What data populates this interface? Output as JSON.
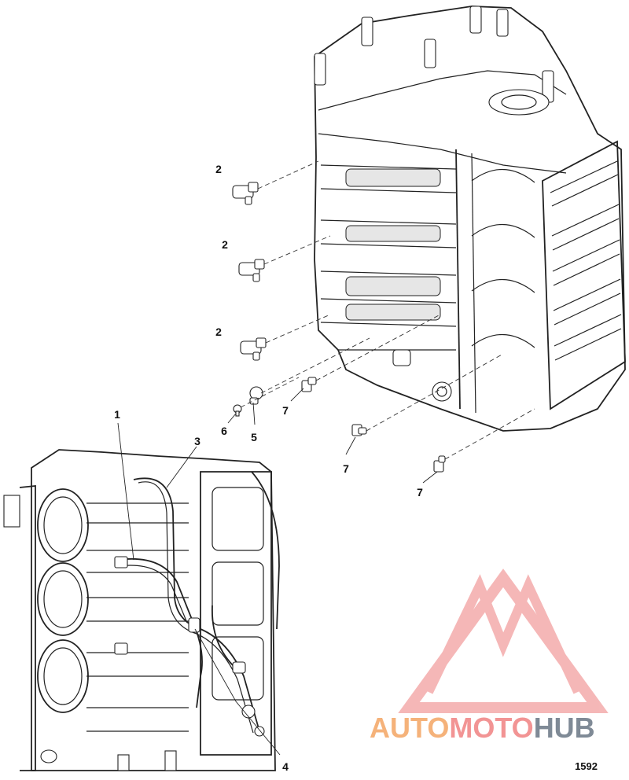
{
  "callouts": [
    {
      "id": "c2a",
      "label": "2"
    },
    {
      "id": "c2b",
      "label": "2"
    },
    {
      "id": "c2c",
      "label": "2"
    },
    {
      "id": "c7a",
      "label": "7"
    },
    {
      "id": "c6",
      "label": "6"
    },
    {
      "id": "c5",
      "label": "5"
    },
    {
      "id": "c7b",
      "label": "7"
    },
    {
      "id": "c7c",
      "label": "7"
    },
    {
      "id": "c1",
      "label": "1"
    },
    {
      "id": "c3",
      "label": "3"
    },
    {
      "id": "c4",
      "label": "4"
    }
  ],
  "figure_number": "1592",
  "watermark": {
    "part1": "AUTO",
    "part2": "MOTO",
    "part3": "HUB"
  },
  "colors": {
    "watermark_orange": "#f5b27a",
    "watermark_red": "#f29494",
    "watermark_gray": "#7f8a96"
  }
}
